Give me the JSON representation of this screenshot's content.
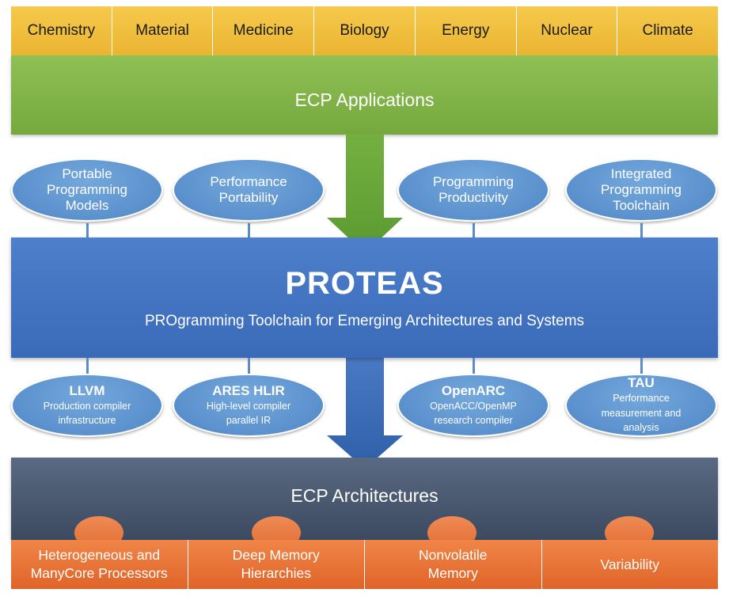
{
  "domains": [
    "Chemistry",
    "Material",
    "Medicine",
    "Biology",
    "Energy",
    "Nuclear",
    "Climate"
  ],
  "applications_label": "ECP Applications",
  "goals": [
    {
      "label": "Portable Programming Models"
    },
    {
      "label": "Performance Portability"
    },
    {
      "label": "Programming Productivity"
    },
    {
      "label": "Integrated Programming Toolchain"
    }
  ],
  "proteas": {
    "title": "PROTEAS",
    "subtitle": "PROgramming Toolchain for Emerging Architectures and Systems"
  },
  "tools": [
    {
      "name": "LLVM",
      "desc": "Production compiler infrastructure"
    },
    {
      "name": "ARES HLIR",
      "desc": "High-level compiler parallel IR"
    },
    {
      "name": "OpenARC",
      "desc": "OpenACC/OpenMP research compiler"
    },
    {
      "name": "TAU",
      "desc": "Performance measurement and analysis"
    }
  ],
  "architectures_label": "ECP Architectures",
  "architecture_items": [
    "Heterogeneous and ManyCore Processors",
    "Deep Memory Hierarchies",
    "Nonvolatile Memory",
    "Variability"
  ],
  "colors": {
    "domain_tile": "#f0be3e",
    "applications": "#80b34a",
    "arrow_green": "#6aa63a",
    "oval": "#5e93d0",
    "proteas": "#4374c1",
    "architectures": "#4a5870",
    "architecture_tile": "#e8743a"
  }
}
